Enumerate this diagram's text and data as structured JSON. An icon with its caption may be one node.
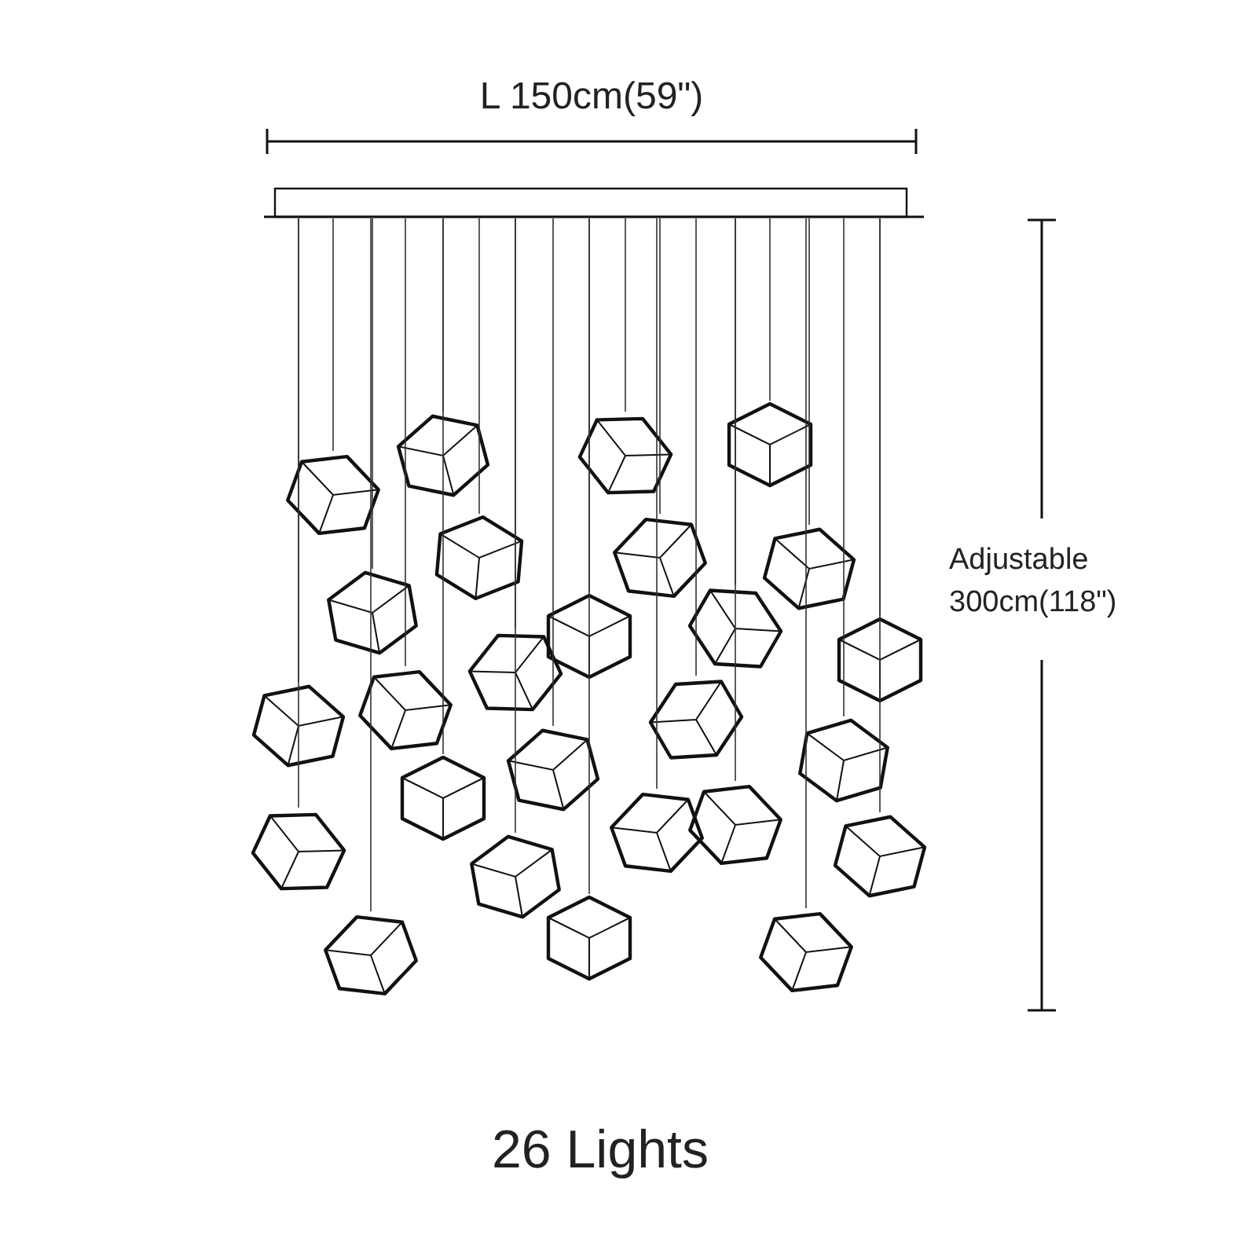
{
  "diagram": {
    "caption": "26 Lights",
    "labels": [
      "L 150cm(59\")",
      "Adjustable 300cm(118\")"
    ]
  }
}
